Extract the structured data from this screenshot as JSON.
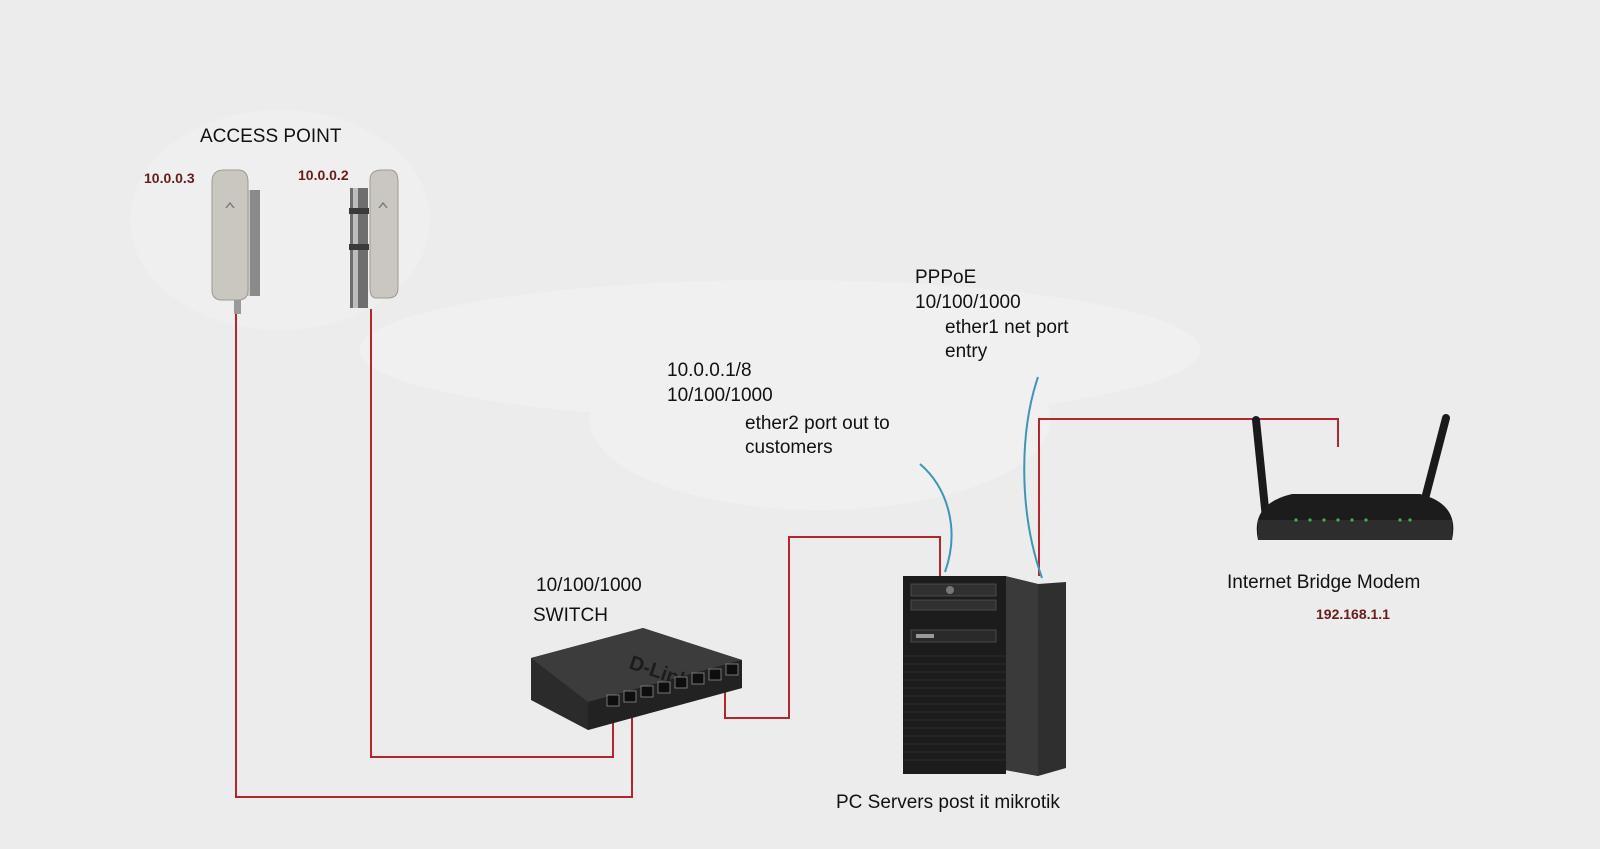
{
  "access_point": {
    "title": "ACCESS POINT",
    "ip_left": "10.0.0.3",
    "ip_right": "10.0.0.2"
  },
  "switch": {
    "speed": "10/100/1000",
    "label": "SWITCH",
    "brand": "D-Link"
  },
  "server": {
    "label": "PC Servers post it mikrotik",
    "ether2": {
      "ip": "10.0.0.1/8",
      "speed": "10/100/1000",
      "desc_line1": "ether2  port out to",
      "desc_line2": "customers"
    },
    "ether1": {
      "protocol": "PPPoE",
      "speed": "10/100/1000",
      "desc_line1": "ether1 net port",
      "desc_line2": "entry"
    }
  },
  "modem": {
    "label": "Internet Bridge Modem",
    "ip": "192.168.1.1"
  },
  "colors": {
    "cable_red": "#b3262c",
    "cable_blue": "#3d95b8",
    "background": "#ececec"
  }
}
